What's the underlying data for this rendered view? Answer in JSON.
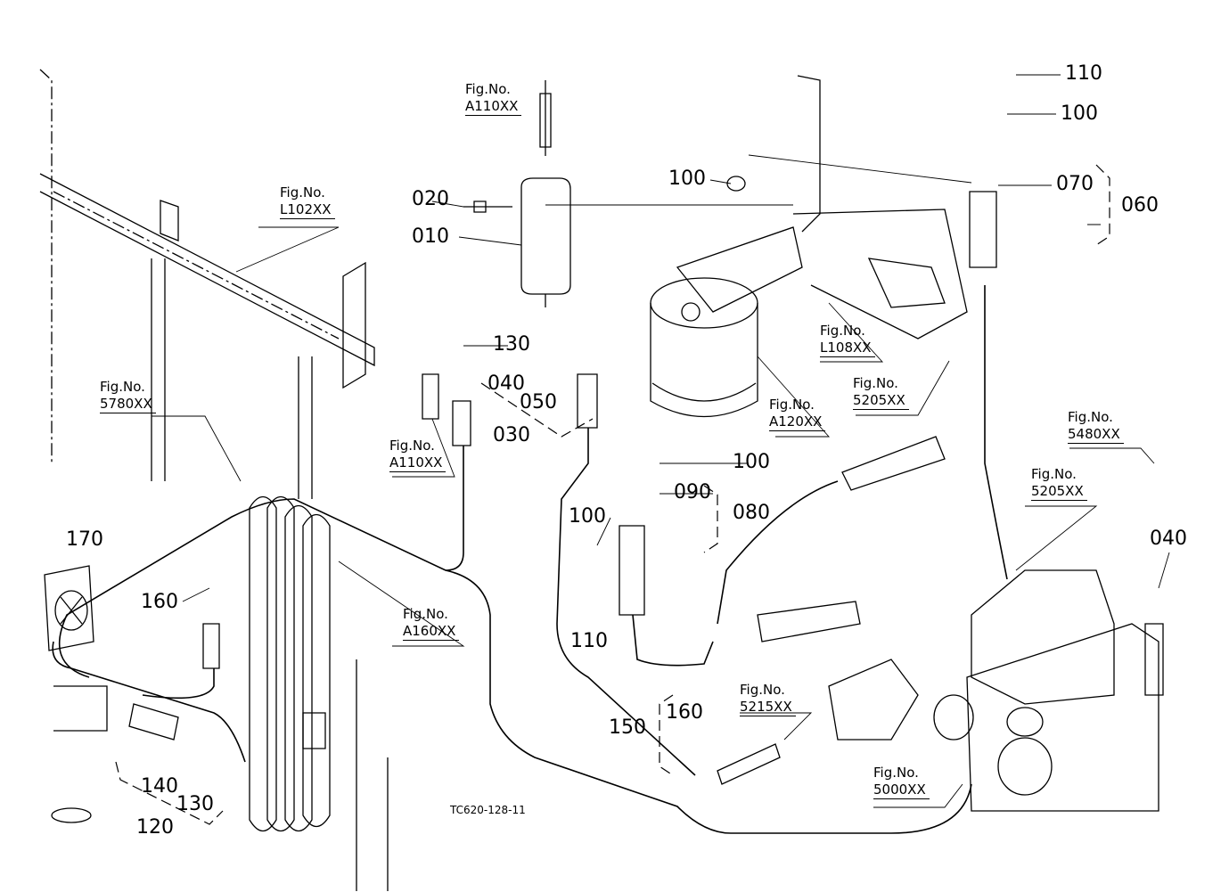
{
  "diagram": {
    "reference": "TC620-128-11",
    "fig_label_prefix": "Fig.No.",
    "figure_refs": [
      {
        "id": "fig-a110xx-top",
        "code": "A110XX"
      },
      {
        "id": "fig-l102xx",
        "code": "L102XX"
      },
      {
        "id": "fig-5780xx",
        "code": "5780XX"
      },
      {
        "id": "fig-a110xx-mid",
        "code": "A110XX"
      },
      {
        "id": "fig-a160xx",
        "code": "A160XX"
      },
      {
        "id": "fig-a120xx",
        "code": "A120XX"
      },
      {
        "id": "fig-l108xx",
        "code": "L108XX"
      },
      {
        "id": "fig-5205xx-top",
        "code": "5205XX"
      },
      {
        "id": "fig-5480xx",
        "code": "5480XX"
      },
      {
        "id": "fig-5205xx-right",
        "code": "5205XX"
      },
      {
        "id": "fig-5215xx",
        "code": "5215XX"
      },
      {
        "id": "fig-5000xx",
        "code": "5000XX"
      }
    ],
    "part_numbers": [
      {
        "id": "p110-top",
        "num": "110"
      },
      {
        "id": "p100-top",
        "num": "100"
      },
      {
        "id": "p070",
        "num": "070"
      },
      {
        "id": "p060",
        "num": "060"
      },
      {
        "id": "p100-filter",
        "num": "100"
      },
      {
        "id": "p020",
        "num": "020"
      },
      {
        "id": "p010",
        "num": "010"
      },
      {
        "id": "p130-mid",
        "num": "130"
      },
      {
        "id": "p040-mid",
        "num": "040"
      },
      {
        "id": "p050",
        "num": "050"
      },
      {
        "id": "p030",
        "num": "030"
      },
      {
        "id": "p100-mid",
        "num": "100"
      },
      {
        "id": "p090",
        "num": "090"
      },
      {
        "id": "p080",
        "num": "080"
      },
      {
        "id": "p100-left",
        "num": "100"
      },
      {
        "id": "p110-bottom",
        "num": "110"
      },
      {
        "id": "p170",
        "num": "170"
      },
      {
        "id": "p160-left",
        "num": "160"
      },
      {
        "id": "p040-right",
        "num": "040"
      },
      {
        "id": "p160-bottom",
        "num": "160"
      },
      {
        "id": "p150",
        "num": "150"
      },
      {
        "id": "p140",
        "num": "140"
      },
      {
        "id": "p130-bottom",
        "num": "130"
      },
      {
        "id": "p120",
        "num": "120"
      }
    ]
  }
}
